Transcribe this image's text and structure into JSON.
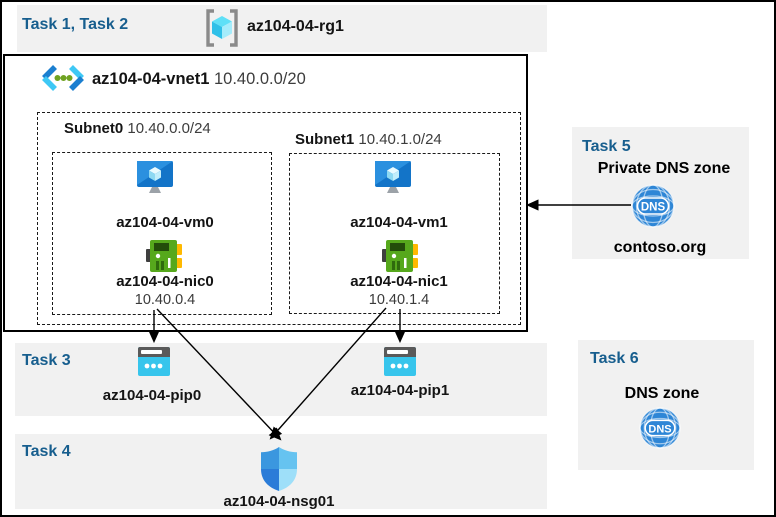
{
  "tasks": {
    "task12": "Task 1, Task 2",
    "task3": "Task 3",
    "task4": "Task 4",
    "task5": "Task 5",
    "task6": "Task 6"
  },
  "resource_group": {
    "name": "az104-04-rg1"
  },
  "vnet": {
    "name": "az104-04-vnet1",
    "cidr": "10.40.0.0/20"
  },
  "subnets": [
    {
      "name": "Subnet0",
      "cidr": "10.40.0.0/24",
      "vm": {
        "name": "az104-04-vm0"
      },
      "nic": {
        "name": "az104-04-nic0",
        "ip": "10.40.0.4"
      }
    },
    {
      "name": "Subnet1",
      "cidr": "10.40.1.0/24",
      "vm": {
        "name": "az104-04-vm1"
      },
      "nic": {
        "name": "az104-04-nic1",
        "ip": "10.40.1.4"
      }
    }
  ],
  "public_ips": [
    {
      "name": "az104-04-pip0"
    },
    {
      "name": "az104-04-pip1"
    }
  ],
  "nsg": {
    "name": "az104-04-nsg01"
  },
  "private_dns_zone": {
    "label": "Private DNS zone",
    "name": "contoso.org"
  },
  "dns_zone": {
    "label": "DNS zone"
  },
  "icons": {
    "dns_text": "DNS"
  },
  "colors": {
    "task_label": "#175E8E",
    "band_background": "#F1F1F1",
    "vm_blue": "#1374C8",
    "nic_green": "#56A81C",
    "pip_cyan": "#37C5EC",
    "dns_blue": "#2E86D6"
  }
}
